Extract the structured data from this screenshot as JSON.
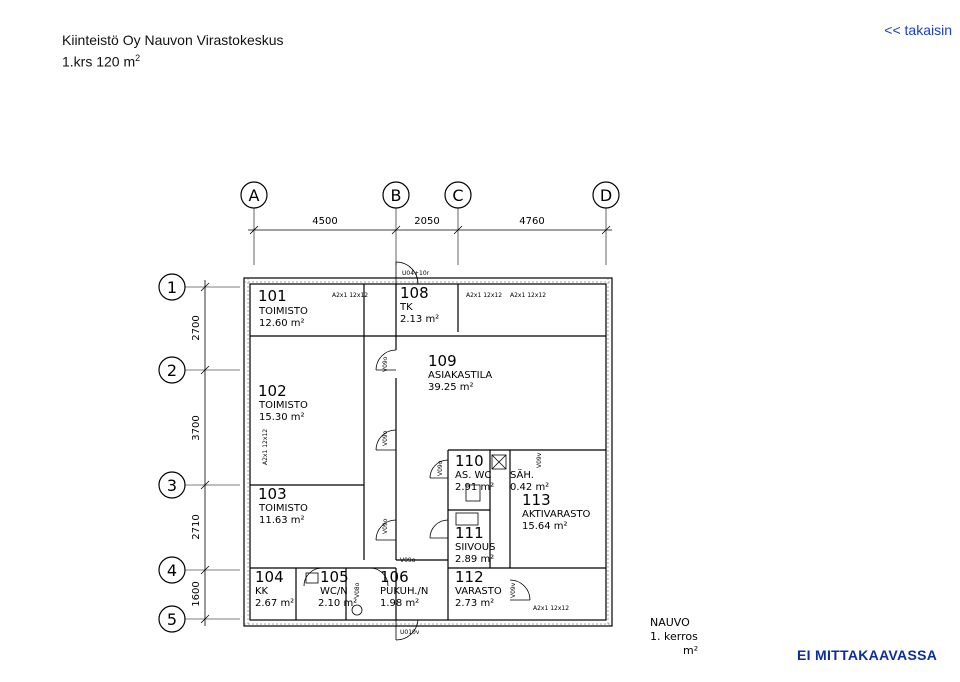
{
  "header": {
    "title_line1": "Kiinteistö Oy Nauvon Virastokeskus",
    "title_line2": "1.krs  120 m",
    "title_sup": "2"
  },
  "nav": {
    "back_label": "<< takaisin"
  },
  "plan": {
    "col_axes": [
      "A",
      "B",
      "C",
      "D"
    ],
    "row_axes": [
      "1",
      "2",
      "3",
      "4",
      "5"
    ],
    "col_dims": [
      "4500",
      "2050",
      "4760"
    ],
    "row_dims": [
      "2700",
      "3700",
      "2710",
      "1600"
    ],
    "rooms": [
      {
        "num": "101",
        "name": "TOIMISTO",
        "area": "12.60  m²"
      },
      {
        "num": "102",
        "name": "TOIMISTO",
        "area": "15.30  m²"
      },
      {
        "num": "103",
        "name": "TOIMISTO",
        "area": "11.63  m²"
      },
      {
        "num": "104",
        "name": "KK",
        "area": "2.67  m²"
      },
      {
        "num": "105",
        "name": "WC/N",
        "area": "2.10  m²"
      },
      {
        "num": "106",
        "name": "PUKUH./N",
        "area": "1.98  m²"
      },
      {
        "num": "108",
        "name": "TK",
        "area": "2.13  m²"
      },
      {
        "num": "109",
        "name": "ASIAKASTILA",
        "area": "39.25  m²"
      },
      {
        "num": "110",
        "name": "AS. WC",
        "area": "2.91  m²"
      },
      {
        "num": "111",
        "name": "SIIVOUS",
        "area": "2.89  m²"
      },
      {
        "num": "112",
        "name": "VARASTO",
        "area": "2.73  m²"
      },
      {
        "num": "113",
        "name": "AKTIVARASTO",
        "area": "15.64  m²"
      },
      {
        "num": "",
        "name": "SÄH.",
        "area": "0.42  m²"
      }
    ],
    "doors": [
      "U04+10r",
      "U010v",
      "V09o",
      "V09o",
      "V09o",
      "V09o",
      "V09o",
      "V08o",
      "V09v",
      "V09v"
    ],
    "window_tags": [
      "A2x1 12x12",
      "A2x1 12x12",
      "A2x1 12x12",
      "A2x1 12x12",
      "A2x1 12x12"
    ],
    "legend": {
      "line1": "NAUVO",
      "line2": "1. kerros",
      "line3": "m²"
    }
  },
  "footer": {
    "scale_note": "EI MITTAKAAVASSA"
  }
}
